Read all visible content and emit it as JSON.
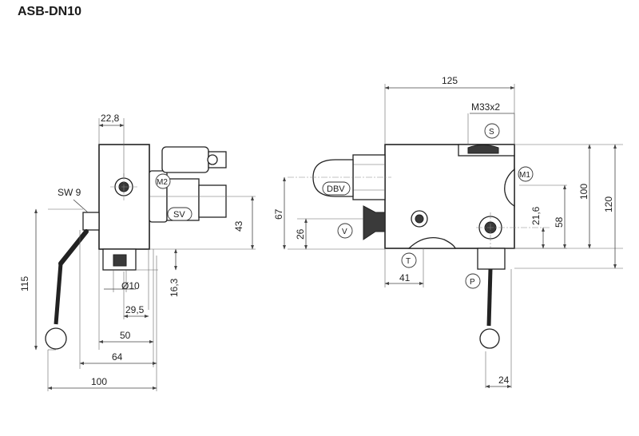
{
  "title": "ASB-DN10",
  "labels": {
    "sw": "SW 9",
    "m2": "M2",
    "sv": "SV",
    "m1": "M1",
    "dbv": "DBV",
    "v": "V",
    "t": "T",
    "p": "P",
    "s": "S",
    "thread": "M33x2"
  },
  "dims": {
    "d22_8": "22,8",
    "d43": "43",
    "d115": "115",
    "dia10": "Ø10",
    "d16_3": "16,3",
    "d29_5": "29,5",
    "d50": "50",
    "d64": "64",
    "d100_left": "100",
    "d125": "125",
    "d67": "67",
    "d26": "26",
    "d41": "41",
    "d21_6": "21,6",
    "d58": "58",
    "d100_right": "100",
    "d120": "120",
    "d24": "24"
  },
  "colors": {
    "line": "#222222",
    "dim": "#444444",
    "background": "#ffffff"
  }
}
